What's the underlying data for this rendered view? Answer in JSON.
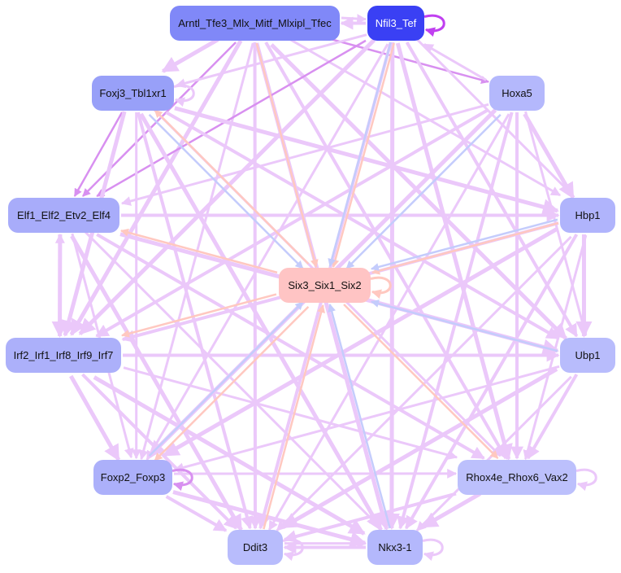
{
  "nodes": [
    {
      "id": "arntl",
      "label": "Arntl_Tfe3_Mlx_Mitf_Mlxipl_Tfec",
      "color": "#8088f8",
      "text_color": "#111111"
    },
    {
      "id": "nfil3",
      "label": "Nfil3_Tef",
      "color": "#3a40f4",
      "text_color": "#ffffff"
    },
    {
      "id": "foxj3",
      "label": "Foxj3_Tbl1xr1",
      "color": "#98a0f8",
      "text_color": "#111111"
    },
    {
      "id": "hoxa5",
      "label": "Hoxa5",
      "color": "#b4b8fc",
      "text_color": "#111111"
    },
    {
      "id": "elf1",
      "label": "Elf1_Elf2_Etv2_Elf4",
      "color": "#a8acfa",
      "text_color": "#111111"
    },
    {
      "id": "hbp1",
      "label": "Hbp1",
      "color": "#b0b4fc",
      "text_color": "#111111"
    },
    {
      "id": "six3",
      "label": "Six3_Six1_Six2",
      "color": "#ffc4c4",
      "text_color": "#111111"
    },
    {
      "id": "irf2",
      "label": "Irf2_Irf1_Irf8_Irf9_Irf7",
      "color": "#acb0fa",
      "text_color": "#111111"
    },
    {
      "id": "ubp1",
      "label": "Ubp1",
      "color": "#b8bcfc",
      "text_color": "#111111"
    },
    {
      "id": "foxp2",
      "label": "Foxp2_Foxp3",
      "color": "#acb0fa",
      "text_color": "#111111"
    },
    {
      "id": "rhox4e",
      "label": "Rhox4e_Rhox6_Vax2",
      "color": "#bcc0fc",
      "text_color": "#111111"
    },
    {
      "id": "ddit3",
      "label": "Ddit3",
      "color": "#b8bcfc",
      "text_color": "#111111"
    },
    {
      "id": "nkx3",
      "label": "Nkx3-1",
      "color": "#b4b8fc",
      "text_color": "#111111"
    }
  ],
  "edge_colors": {
    "p": "#ebc8fa",
    "d": "#d890f0",
    "r": "#ffc8c0",
    "b": "#c4ccfc",
    "s": "#c040f0"
  },
  "edges": [
    [
      "arntl",
      "nfil3",
      "p"
    ],
    [
      "nfil3",
      "arntl",
      "p"
    ],
    [
      "arntl",
      "foxj3",
      "p"
    ],
    [
      "arntl",
      "hoxa5",
      "d"
    ],
    [
      "arntl",
      "elf1",
      "d"
    ],
    [
      "arntl",
      "irf2",
      "p"
    ],
    [
      "arntl",
      "foxp2",
      "p"
    ],
    [
      "arntl",
      "ddit3",
      "p"
    ],
    [
      "arntl",
      "nkx3",
      "p"
    ],
    [
      "arntl",
      "hbp1",
      "p"
    ],
    [
      "arntl",
      "rhox4e",
      "p"
    ],
    [
      "arntl",
      "ubp1",
      "p"
    ],
    [
      "nfil3",
      "foxj3",
      "p"
    ],
    [
      "nfil3",
      "elf1",
      "d"
    ],
    [
      "nfil3",
      "irf2",
      "p"
    ],
    [
      "nfil3",
      "foxp2",
      "p"
    ],
    [
      "nfil3",
      "ddit3",
      "p"
    ],
    [
      "nfil3",
      "nkx3",
      "p"
    ],
    [
      "nfil3",
      "hbp1",
      "p"
    ],
    [
      "nfil3",
      "ubp1",
      "p"
    ],
    [
      "nfil3",
      "rhox4e",
      "p"
    ],
    [
      "hoxa5",
      "nfil3",
      "p"
    ],
    [
      "foxj3",
      "elf1",
      "d"
    ],
    [
      "foxj3",
      "irf2",
      "p"
    ],
    [
      "foxj3",
      "foxp2",
      "p"
    ],
    [
      "foxj3",
      "ddit3",
      "p"
    ],
    [
      "foxj3",
      "nkx3",
      "p"
    ],
    [
      "foxj3",
      "rhox4e",
      "p"
    ],
    [
      "foxj3",
      "ubp1",
      "p"
    ],
    [
      "foxj3",
      "hbp1",
      "p"
    ],
    [
      "hoxa5",
      "elf1",
      "p"
    ],
    [
      "hoxa5",
      "irf2",
      "p"
    ],
    [
      "hoxa5",
      "foxp2",
      "p"
    ],
    [
      "hoxa5",
      "ddit3",
      "p"
    ],
    [
      "hoxa5",
      "nkx3",
      "p"
    ],
    [
      "hoxa5",
      "hbp1",
      "p"
    ],
    [
      "hoxa5",
      "ubp1",
      "p"
    ],
    [
      "hoxa5",
      "rhox4e",
      "p"
    ],
    [
      "elf1",
      "irf2",
      "p"
    ],
    [
      "irf2",
      "elf1",
      "p"
    ],
    [
      "elf1",
      "hbp1",
      "p"
    ],
    [
      "elf1",
      "ubp1",
      "p"
    ],
    [
      "elf1",
      "foxp2",
      "p"
    ],
    [
      "elf1",
      "rhox4e",
      "p"
    ],
    [
      "elf1",
      "ddit3",
      "p"
    ],
    [
      "elf1",
      "nkx3",
      "p"
    ],
    [
      "hbp1",
      "irf2",
      "p"
    ],
    [
      "hbp1",
      "foxp2",
      "p"
    ],
    [
      "hbp1",
      "ddit3",
      "p"
    ],
    [
      "hbp1",
      "nkx3",
      "p"
    ],
    [
      "hbp1",
      "ubp1",
      "p"
    ],
    [
      "hbp1",
      "rhox4e",
      "p"
    ],
    [
      "irf2",
      "ubp1",
      "p"
    ],
    [
      "irf2",
      "foxp2",
      "p"
    ],
    [
      "irf2",
      "rhox4e",
      "p"
    ],
    [
      "irf2",
      "ddit3",
      "p"
    ],
    [
      "irf2",
      "nkx3",
      "p"
    ],
    [
      "ubp1",
      "foxp2",
      "p"
    ],
    [
      "ubp1",
      "rhox4e",
      "p"
    ],
    [
      "ubp1",
      "ddit3",
      "p"
    ],
    [
      "ubp1",
      "nkx3",
      "p"
    ],
    [
      "foxp2",
      "ddit3",
      "p"
    ],
    [
      "foxp2",
      "nkx3",
      "p"
    ],
    [
      "foxp2",
      "rhox4e",
      "p"
    ],
    [
      "rhox4e",
      "ddit3",
      "p"
    ],
    [
      "rhox4e",
      "nkx3",
      "p"
    ],
    [
      "ddit3",
      "nkx3",
      "p"
    ],
    [
      "nkx3",
      "ddit3",
      "p"
    ],
    [
      "arntl",
      "six3",
      "r"
    ],
    [
      "nfil3",
      "six3",
      "r"
    ],
    [
      "nfil3",
      "six3",
      "b"
    ],
    [
      "foxj3",
      "six3",
      "b"
    ],
    [
      "hoxa5",
      "six3",
      "b"
    ],
    [
      "hbp1",
      "six3",
      "r"
    ],
    [
      "hbp1",
      "six3",
      "b"
    ],
    [
      "ubp1",
      "six3",
      "b"
    ],
    [
      "nkx3",
      "six3",
      "b"
    ],
    [
      "ddit3",
      "six3",
      "r"
    ],
    [
      "foxp2",
      "six3",
      "b"
    ],
    [
      "six3",
      "elf1",
      "r"
    ],
    [
      "six3",
      "irf2",
      "r"
    ],
    [
      "six3",
      "foxp2",
      "r"
    ],
    [
      "six3",
      "rhox4e",
      "r"
    ],
    [
      "six3",
      "foxj3",
      "r"
    ]
  ],
  "self_loops": [
    [
      "nfil3",
      "s"
    ],
    [
      "foxp2",
      "d"
    ],
    [
      "six3",
      "r"
    ],
    [
      "foxj3",
      "p"
    ],
    [
      "rhox4e",
      "p"
    ],
    [
      "ddit3",
      "p"
    ],
    [
      "nkx3",
      "p"
    ]
  ]
}
